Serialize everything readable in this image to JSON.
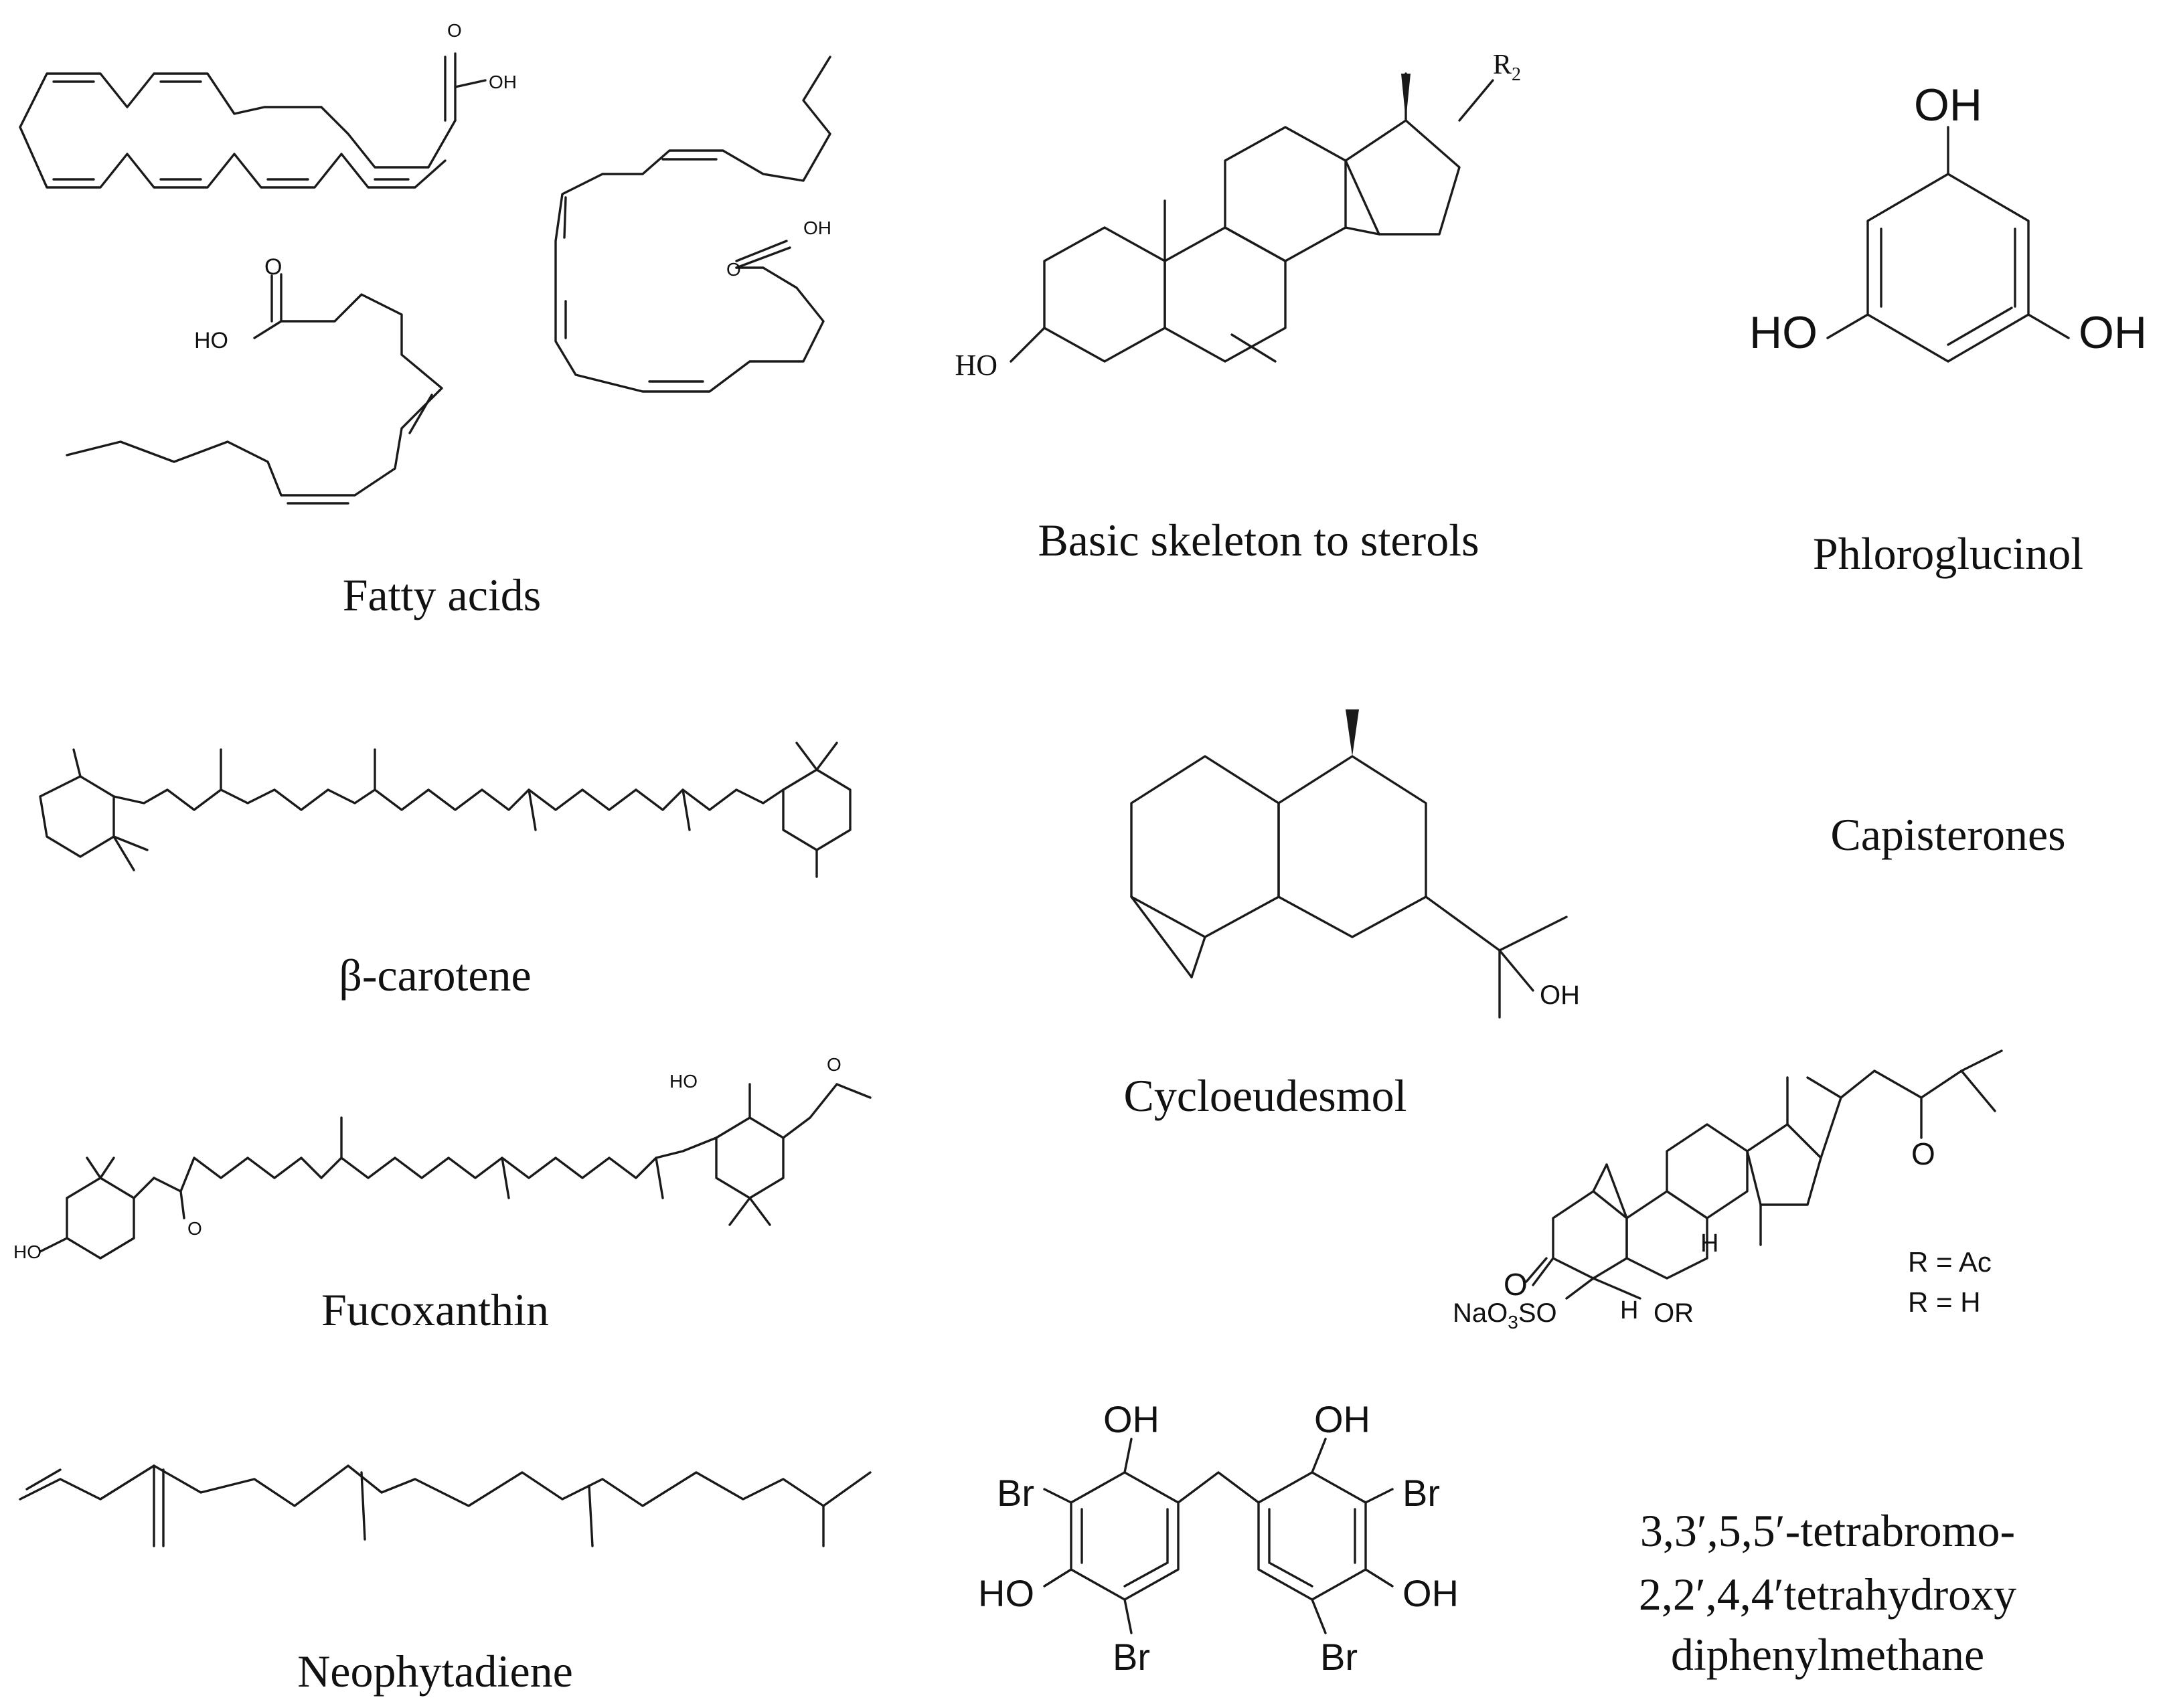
{
  "captions": {
    "fatty_acids": "Fatty acids",
    "sterols": "Basic skeleton to sterols",
    "phloroglucinol": "Phloroglucinol",
    "beta_carotene": "β-carotene",
    "cycloeudesmol": "Cycloeudesmol",
    "capisterones": "Capisterones",
    "fucoxanthin": "Fucoxanthin",
    "neophytadiene": "Neophytadiene",
    "tetrabromo_line1": "3,3′,5,5′-tetrabromo-",
    "tetrabromo_line2": "2,2′,4,4′tetrahydroxy",
    "tetrabromo_line3": "diphenylmethane"
  },
  "atom_labels": {
    "oh": "OH",
    "ho": "HO",
    "o": "O",
    "r2": "R",
    "r2_sub": "2",
    "h": "H",
    "br": "Br",
    "or": "OR",
    "naso_na": "NaO",
    "naso_sub": "3",
    "naso_so": "SO",
    "r_ac": "R = Ac",
    "r_h": "R = H"
  }
}
